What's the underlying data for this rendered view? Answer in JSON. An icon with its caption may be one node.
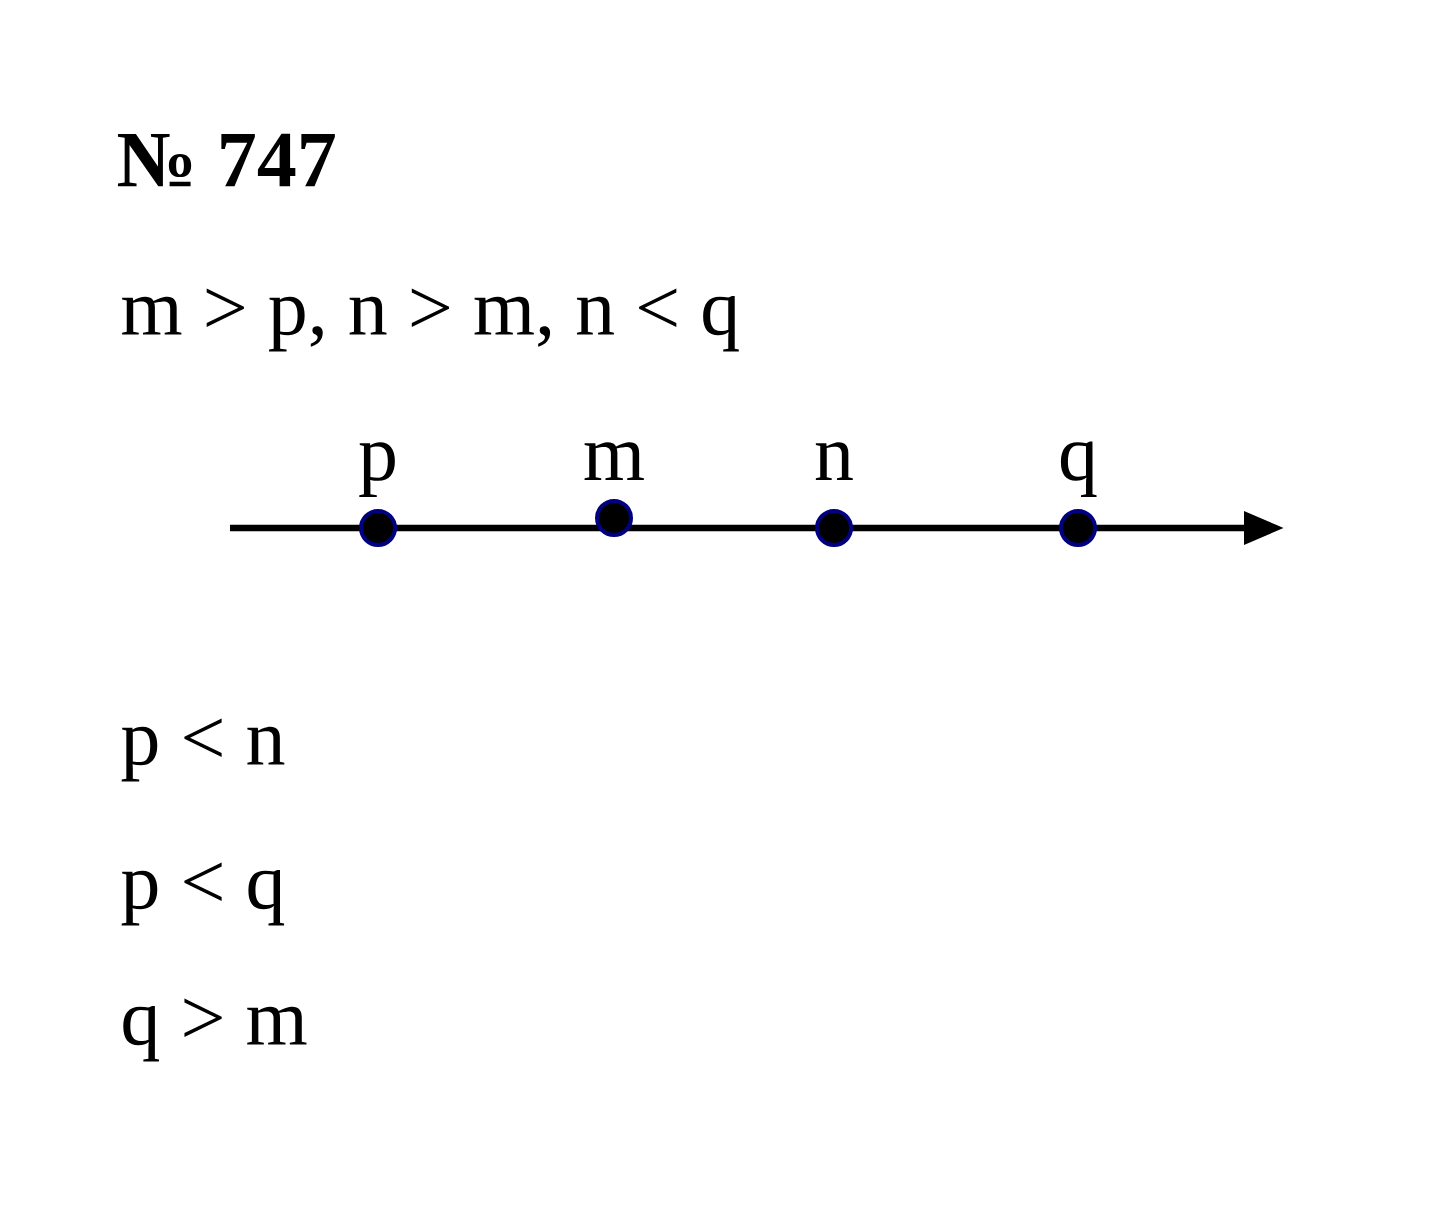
{
  "diagram": {
    "title": "№ 747",
    "nodes": [
      {
        "text": [
          "p"
        ]
      },
      {
        "text": [
          "m"
        ]
      },
      {
        "text": [
          "n"
        ]
      },
      {
        "text": [
          "q"
        ]
      }
    ],
    "labels": [
      "m > p, n > m, n < q",
      "p < n",
      "p < q",
      "q > m"
    ]
  }
}
